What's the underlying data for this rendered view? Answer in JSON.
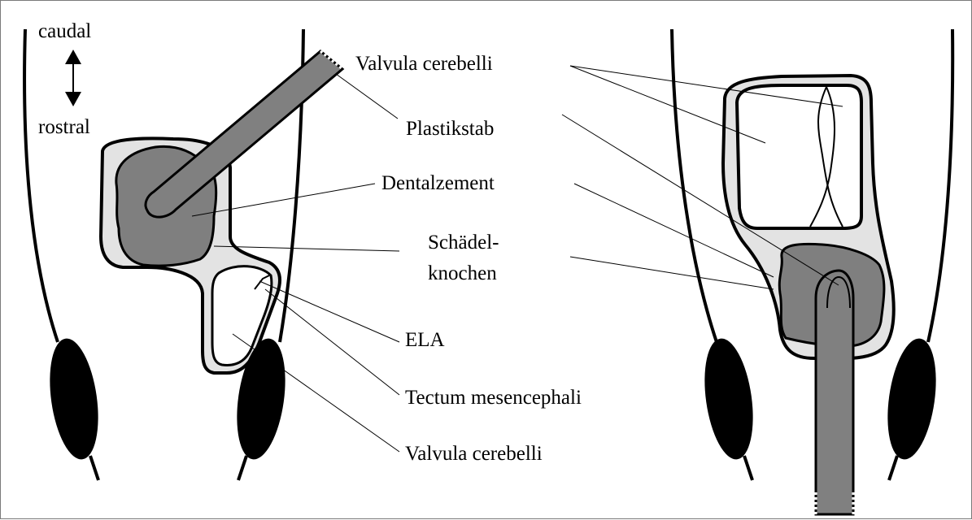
{
  "orientation": {
    "top_label": "caudal",
    "bottom_label": "rostral",
    "arrow_icon": "double-arrow-vertical"
  },
  "labels": {
    "valvula_top": "Valvula cerebelli",
    "plastikstab": "Plastikstab",
    "dentalzement": "Dentalzement",
    "schaedel_line1": "Schädel-",
    "schaedel_line2": "knochen",
    "ela": "ELA",
    "tectum": "Tectum mesencephali",
    "valvula_bottom": "Valvula cerebelli"
  },
  "colors": {
    "outline": "#000000",
    "bone_fill": "#e3e3e3",
    "cement_fill": "#7f7f7f",
    "rod_fill": "#808080",
    "eye_fill": "#000000",
    "frame": "#7a7a7a"
  }
}
